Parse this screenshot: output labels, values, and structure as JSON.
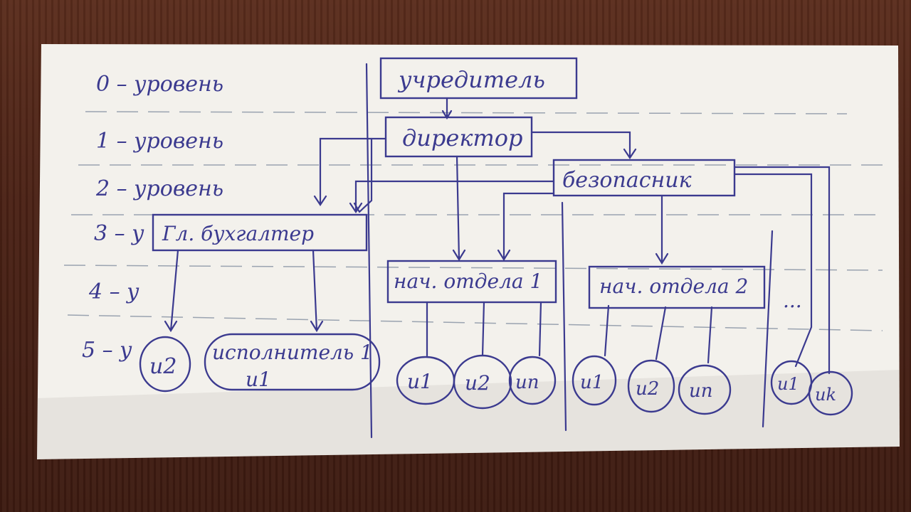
{
  "levels": [
    {
      "label": "0 – уровень"
    },
    {
      "label": "1 – уровень"
    },
    {
      "label": "2 – уровень"
    },
    {
      "label": "3 – у"
    },
    {
      "label": "4 – у"
    },
    {
      "label": "5 – у"
    }
  ],
  "nodes": {
    "founder": "учредитель",
    "director": "директор",
    "security": "безопасник",
    "chief_accountant": "Гл. бухгалтер",
    "dept_head_1": "нач. отдела 1",
    "dept_head_2": "нач. отдела 2",
    "ellipsis": "...",
    "executor_left_1": "и2",
    "executor_left_2_line1": "исполнитель 1",
    "executor_left_2_line2": "и1",
    "dept1_exec_1": "и1",
    "dept1_exec_2": "и2",
    "dept1_exec_n": "иn",
    "dept2_exec_1": "и1",
    "dept2_exec_2": "и2",
    "dept2_exec_n": "иn",
    "sec_exec_1": "и1",
    "sec_exec_k": "иk"
  },
  "colors": {
    "ink": "#3b3a8f",
    "paper": "#f4f1ea",
    "table": "#4a2115"
  }
}
